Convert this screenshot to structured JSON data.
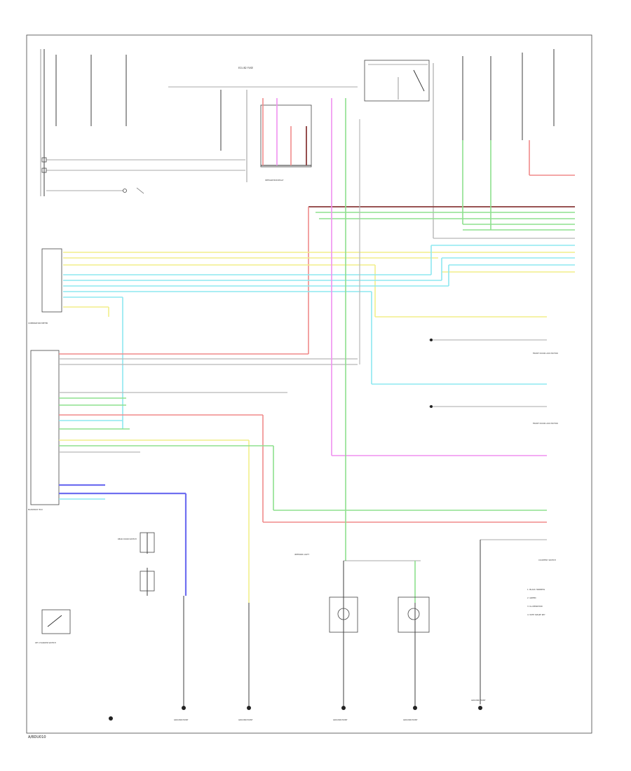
{
  "footer": {
    "code": "A/BDU010"
  },
  "colors": {
    "red": "#f08a8a",
    "green": "#8ee08e",
    "yellow": "#f2ee8a",
    "cyan": "#8ee8f0",
    "pink": "#f090f0",
    "blue": "#6f6ff0",
    "gray": "#b8b8b8",
    "dark_red": "#8a3a3a"
  },
  "labels": {
    "fuse_block": "ECU-B2 FUSE",
    "main_relay": "INTEGRATION RELAY",
    "body_ecu": "MAIN BODY ECU",
    "combination_meter": "COMBINATION METER",
    "door_lock_motor_fl": "FRONT DOOR LOCK MOTOR",
    "door_lock_motor_fr": "FRONT DOOR LOCK MOTOR",
    "courtesy_switch": "COURTESY SWITCH",
    "rear_door_switch": "REAR DOOR SWITCH",
    "key_cylinder": "KEY CYLINDER SWITCH",
    "interior_light": "INTERIOR LIGHT",
    "ground_points": [
      "GROUND POINT",
      "GROUND POINT",
      "GROUND POINT",
      "GROUND POINT",
      "GROUND POINT"
    ],
    "legend": [
      "1: BLACK HARNESS",
      "2: GREEN",
      "3: ILLUMINATION",
      "4: WITH SMART KEY"
    ]
  }
}
